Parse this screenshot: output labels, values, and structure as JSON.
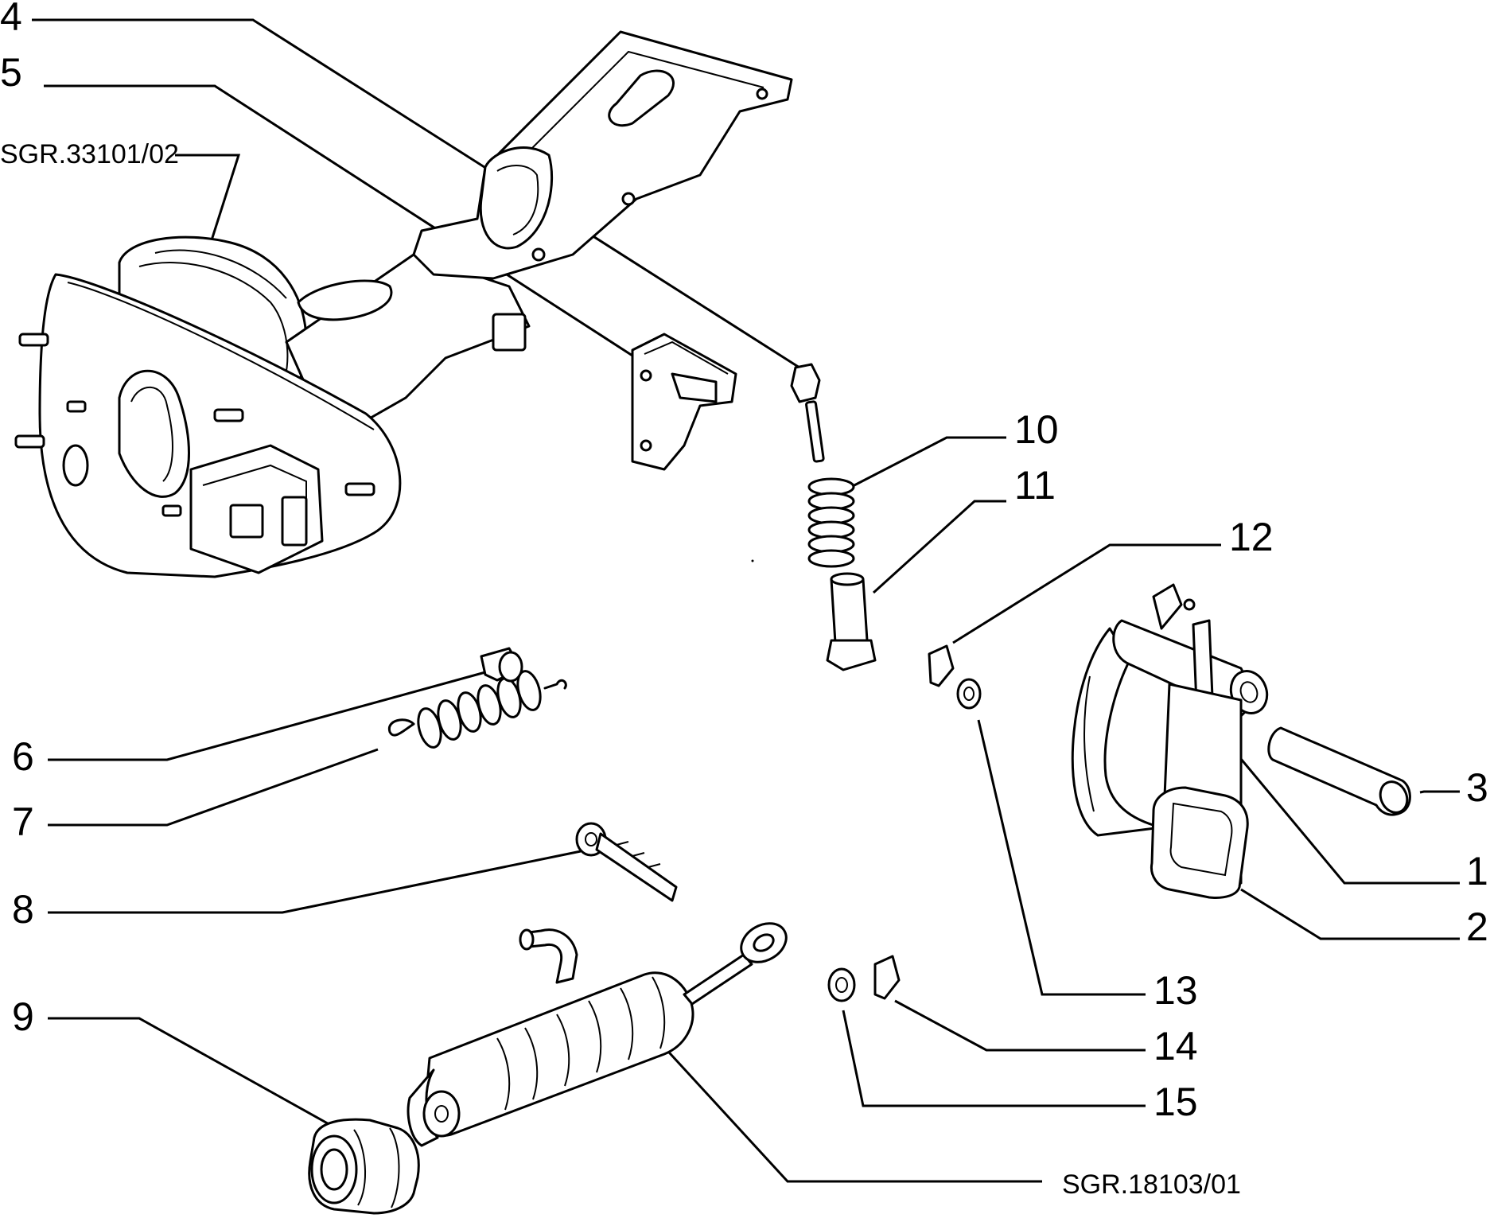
{
  "diagram": {
    "callouts": [
      {
        "id": "4",
        "label": "4"
      },
      {
        "id": "5",
        "label": "5"
      },
      {
        "id": "6",
        "label": "6"
      },
      {
        "id": "7",
        "label": "7"
      },
      {
        "id": "8",
        "label": "8"
      },
      {
        "id": "9",
        "label": "9"
      },
      {
        "id": "10",
        "label": "10"
      },
      {
        "id": "11",
        "label": "11"
      },
      {
        "id": "12",
        "label": "12"
      },
      {
        "id": "3",
        "label": "3"
      },
      {
        "id": "1",
        "label": "1"
      },
      {
        "id": "2",
        "label": "2"
      },
      {
        "id": "13",
        "label": "13"
      },
      {
        "id": "14",
        "label": "14"
      },
      {
        "id": "15",
        "label": "15"
      }
    ],
    "references": {
      "booster": "SGR.33101/02",
      "master_cylinder": "SGR.18103/01"
    }
  }
}
